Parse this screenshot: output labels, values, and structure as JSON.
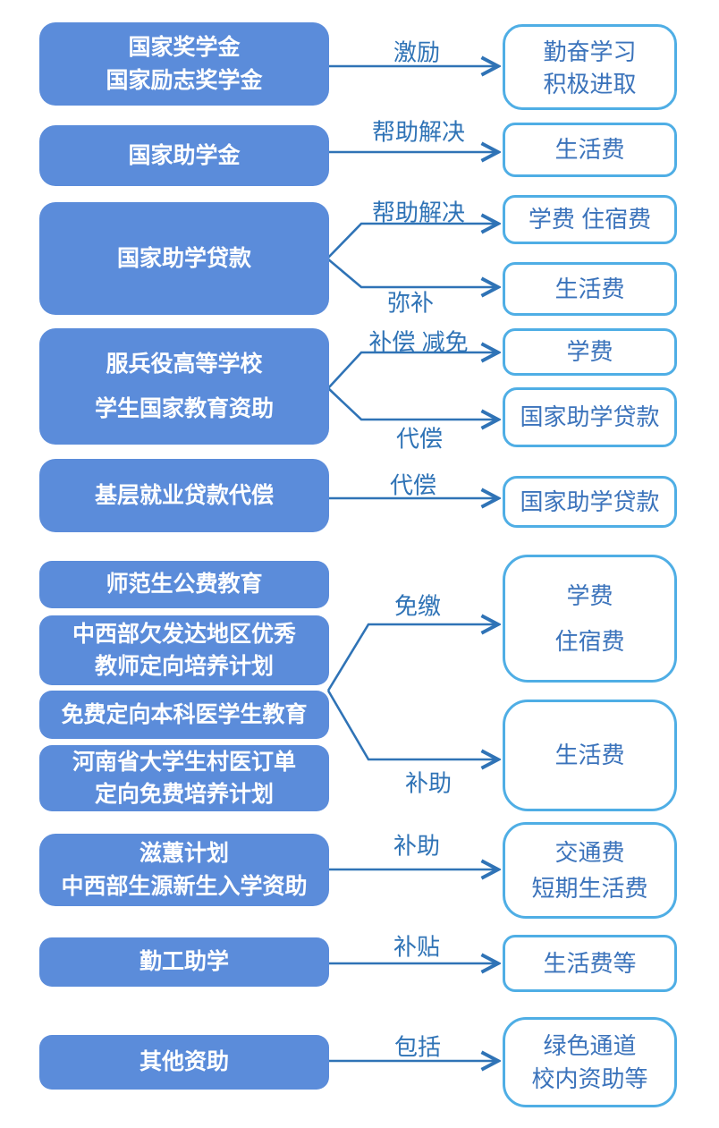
{
  "colors": {
    "left_box_fill": "#5B8CDA",
    "left_box_text": "#FFFFFF",
    "right_box_border": "#4FAEE5",
    "right_box_text": "#3B73BB",
    "arrow_color": "#2F73B6"
  },
  "left_boxes": [
    {
      "lines": [
        "国家奖学金",
        "国家励志奖学金"
      ]
    },
    {
      "lines": [
        "国家助学金"
      ]
    },
    {
      "lines": [
        "国家助学贷款"
      ]
    },
    {
      "lines": [
        "服兵役高等学校",
        "学生国家教育资助"
      ]
    },
    {
      "lines": [
        "基层就业贷款代偿"
      ]
    },
    {
      "lines": [
        "师范生公费教育"
      ]
    },
    {
      "lines": [
        "中西部欠发达地区优秀",
        "教师定向培养计划"
      ]
    },
    {
      "lines": [
        "免费定向本科医学生教育"
      ]
    },
    {
      "lines": [
        "河南省大学生村医订单",
        "定向免费培养计划"
      ]
    },
    {
      "lines": [
        "滋蕙计划",
        "中西部生源新生入学资助"
      ]
    },
    {
      "lines": [
        "勤工助学"
      ]
    },
    {
      "lines": [
        "其他资助"
      ]
    }
  ],
  "right_boxes": [
    {
      "lines": [
        "勤奋学习",
        "积极进取"
      ]
    },
    {
      "lines": [
        "生活费"
      ]
    },
    {
      "lines": [
        "学费 住宿费"
      ]
    },
    {
      "lines": [
        "生活费"
      ]
    },
    {
      "lines": [
        "学费"
      ]
    },
    {
      "lines": [
        "国家助学贷款"
      ]
    },
    {
      "lines": [
        "国家助学贷款"
      ]
    },
    {
      "lines": [
        "学费",
        "住宿费"
      ]
    },
    {
      "lines": [
        "生活费"
      ]
    },
    {
      "lines": [
        "交通费",
        "短期生活费"
      ]
    },
    {
      "lines": [
        "生活费等"
      ]
    },
    {
      "lines": [
        "绿色通道",
        "校内资助等"
      ]
    }
  ],
  "arrow_labels": [
    "激励",
    "帮助解决",
    "帮助解决",
    "弥补",
    "补偿 减免",
    "代偿",
    "代偿",
    "免缴",
    "补助",
    "补助",
    "补贴",
    "包括"
  ]
}
